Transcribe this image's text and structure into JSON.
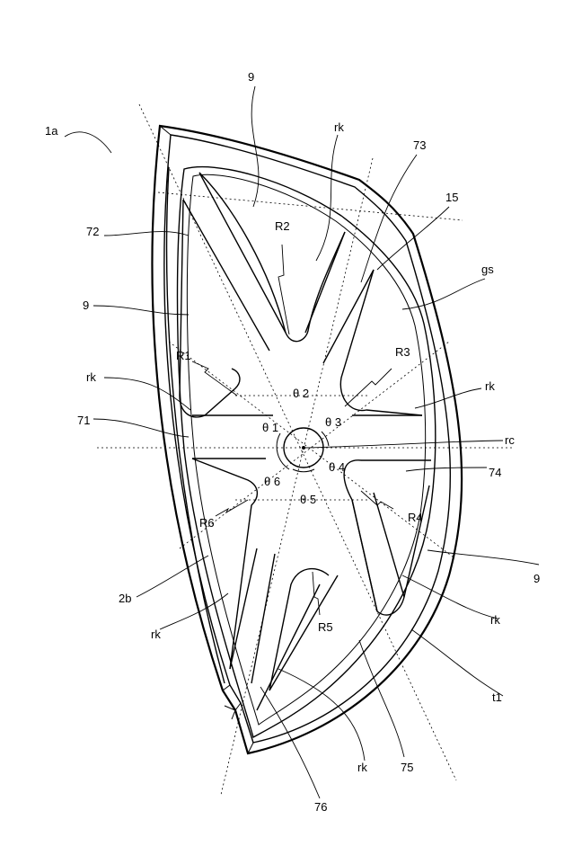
{
  "labels": {
    "fig_ref": "1a",
    "part_9_top": "9",
    "part_9_left": "9",
    "part_9_right": "9",
    "rk_top": "rk",
    "rk_left_upper": "rk",
    "rk_right_upper": "rk",
    "rk_left_lower": "rk",
    "rk_right_lower": "rk",
    "rk_bottom": "rk",
    "rib_71": "71",
    "rib_72": "72",
    "rib_73": "73",
    "rib_74": "74",
    "rib_75": "75",
    "rib_76": "76",
    "ref_15": "15",
    "ref_gs": "gs",
    "ref_rc": "rc",
    "ref_2b": "2b",
    "ref_t1": "t1",
    "r1": "R1",
    "r2": "R2",
    "r3": "R3",
    "r4": "R4",
    "r5": "R5",
    "r6": "R6",
    "theta1": "θ 1",
    "theta2": "θ 2",
    "theta3": "θ 3",
    "theta4": "θ 4",
    "theta5": "θ 5",
    "theta6": "θ 6"
  }
}
